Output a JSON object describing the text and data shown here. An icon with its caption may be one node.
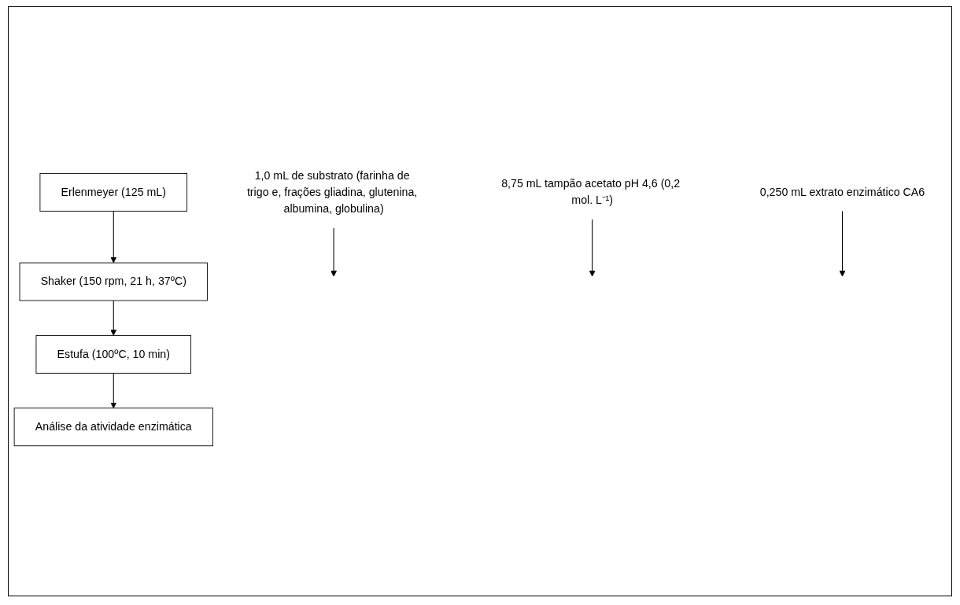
{
  "diagram": {
    "nodes": [
      {
        "text": [
          "Erlenmeyer (125 mL)"
        ]
      },
      {
        "text": [
          "1,0 mL de substrato (farinha de trigo e, frações gliadina, glutenina, albumina, globulina)"
        ]
      },
      {
        "text": [
          "8,75 mL tampão acetato pH 4,6 (0,2 mol. L⁻¹)"
        ]
      },
      {
        "text": [
          "0,250 mL extrato enzimático CA6"
        ]
      },
      {
        "text": [
          "Shaker (150 rpm, 21 h, 37ºC)"
        ]
      },
      {
        "text": [
          "Estufa (100ºC, 10 min)"
        ]
      },
      {
        "text": [
          "Análise da atividade enzimática"
        ]
      }
    ],
    "edges": [
      {
        "from": 0,
        "to": 4,
        "arrow": "to"
      },
      {
        "from": 1,
        "to": null,
        "arrow": "to"
      },
      {
        "from": 2,
        "to": null,
        "arrow": "to"
      },
      {
        "from": 3,
        "to": null,
        "arrow": "to"
      },
      {
        "from": 4,
        "to": 5,
        "arrow": "to"
      },
      {
        "from": 5,
        "to": 6,
        "arrow": "to"
      }
    ]
  }
}
